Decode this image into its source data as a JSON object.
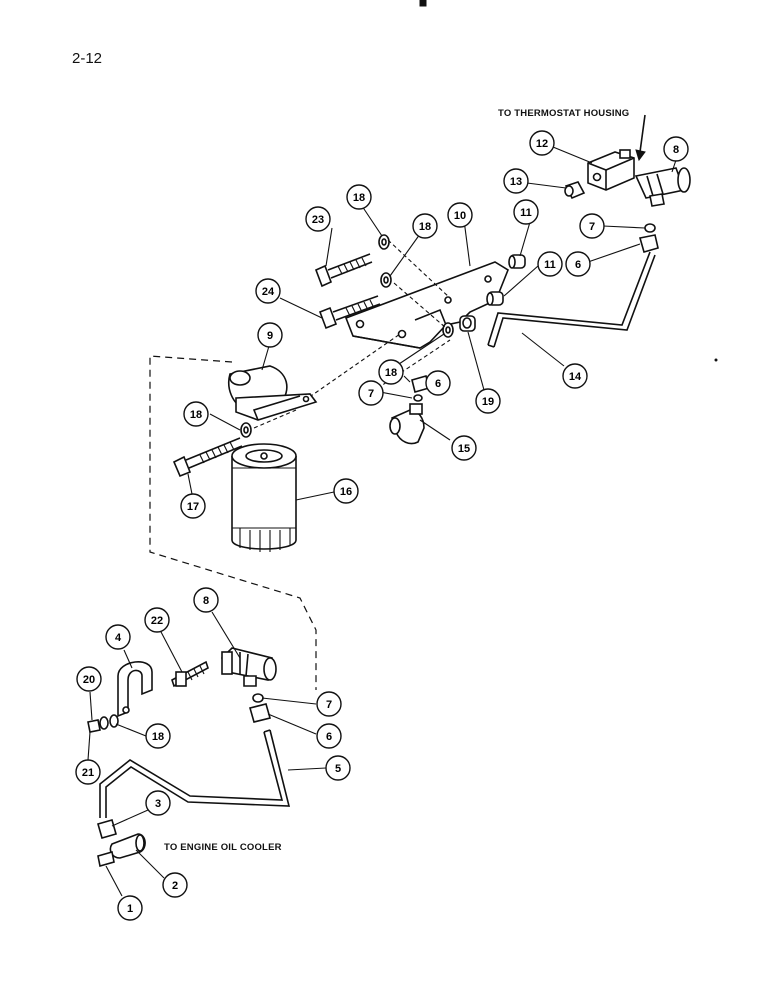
{
  "page_number": "2-12",
  "annotations": {
    "to_thermostat_housing": "TO THERMOSTAT HOUSING",
    "to_engine_oil_cooler": "TO ENGINE OIL COOLER"
  },
  "callouts": [
    "1",
    "2",
    "3",
    "4",
    "5",
    "6",
    "6",
    "6",
    "7",
    "7",
    "7",
    "8",
    "8",
    "9",
    "10",
    "11",
    "11",
    "12",
    "13",
    "14",
    "15",
    "16",
    "17",
    "18",
    "18",
    "18",
    "18",
    "18",
    "19",
    "20",
    "21",
    "22",
    "23",
    "24"
  ]
}
